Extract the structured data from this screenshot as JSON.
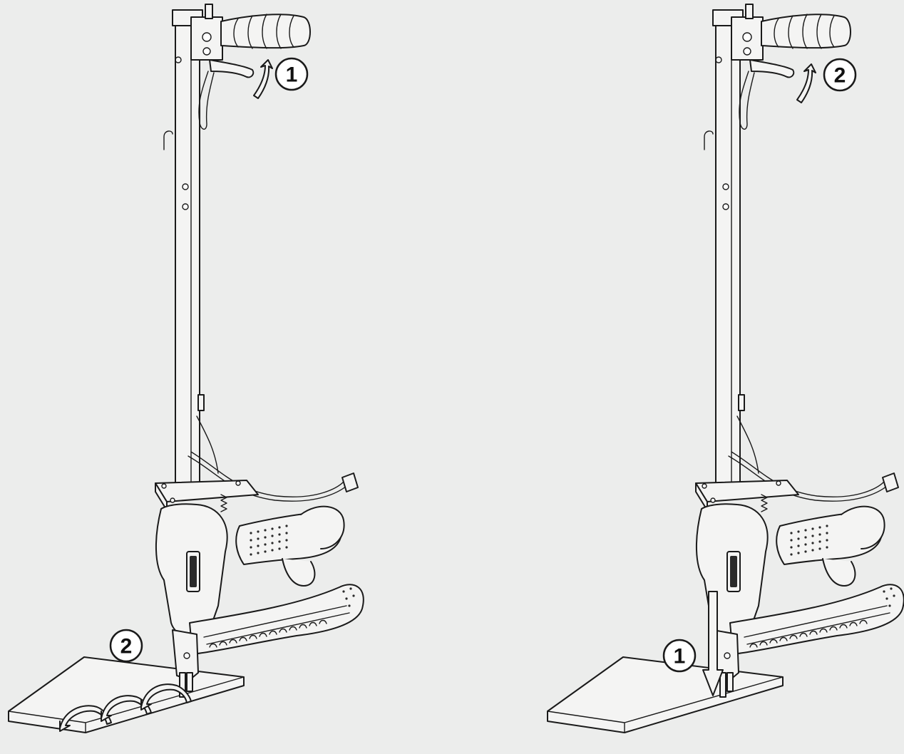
{
  "colors": {
    "background": "#ecedec",
    "line": "#1a1a1a",
    "part_fill": "#f4f4f3"
  },
  "figures": [
    {
      "id": "left",
      "callouts": [
        {
          "label": "1",
          "target": "trigger-lever"
        },
        {
          "label": "2",
          "target": "workpiece"
        }
      ]
    },
    {
      "id": "right",
      "callouts": [
        {
          "label": "2",
          "target": "trigger-lever"
        },
        {
          "label": "1",
          "target": "workpiece"
        }
      ]
    }
  ],
  "icons": [
    "trigger-arrow-icon",
    "move-arrows-icon",
    "press-down-arrow-icon"
  ]
}
